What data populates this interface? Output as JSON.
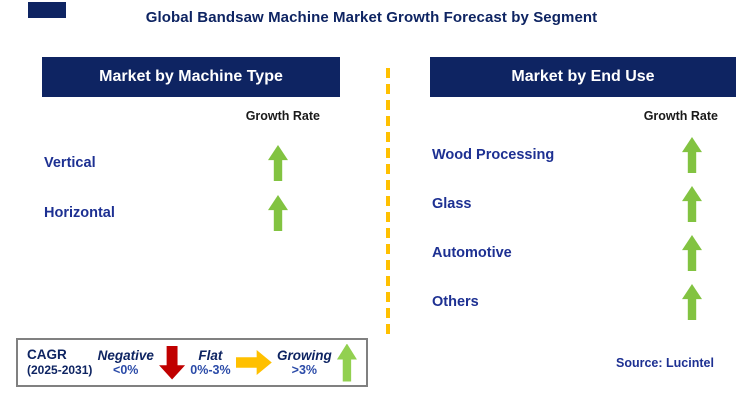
{
  "title": "Global Bandsaw Machine Market Growth Forecast by Segment",
  "panels": [
    {
      "header": "Market by Machine Type",
      "growth_rate_label": "Growth Rate",
      "rows": [
        {
          "label": "Vertical",
          "trend": "growing"
        },
        {
          "label": "Horizontal",
          "trend": "growing"
        }
      ]
    },
    {
      "header": "Market by End Use",
      "growth_rate_label": "Growth Rate",
      "rows": [
        {
          "label": "Wood Processing",
          "trend": "growing"
        },
        {
          "label": "Glass",
          "trend": "growing"
        },
        {
          "label": "Automotive",
          "trend": "growing"
        },
        {
          "label": "Others",
          "trend": "growing"
        }
      ]
    }
  ],
  "legend": {
    "cagr_label": "CAGR",
    "cagr_period": "(2025-2031)",
    "items": [
      {
        "label": "Negative",
        "range": "<0%",
        "direction": "down"
      },
      {
        "label": "Flat",
        "range": "0%-3%",
        "direction": "right"
      },
      {
        "label": "Growing",
        "range": ">3%",
        "direction": "up"
      }
    ]
  },
  "source": "Source: Lucintel",
  "colors": {
    "navy": "#0E2462",
    "label_blue": "#1D3092",
    "range_blue": "#2B4BA8",
    "text_dark": "#1A1A1A",
    "arrow_green": "#82C341",
    "legend_green": "#92D050",
    "legend_red": "#C00000",
    "legend_amber": "#FFC000",
    "divider_yellow": "#FFC000",
    "legend_border": "#808080"
  }
}
